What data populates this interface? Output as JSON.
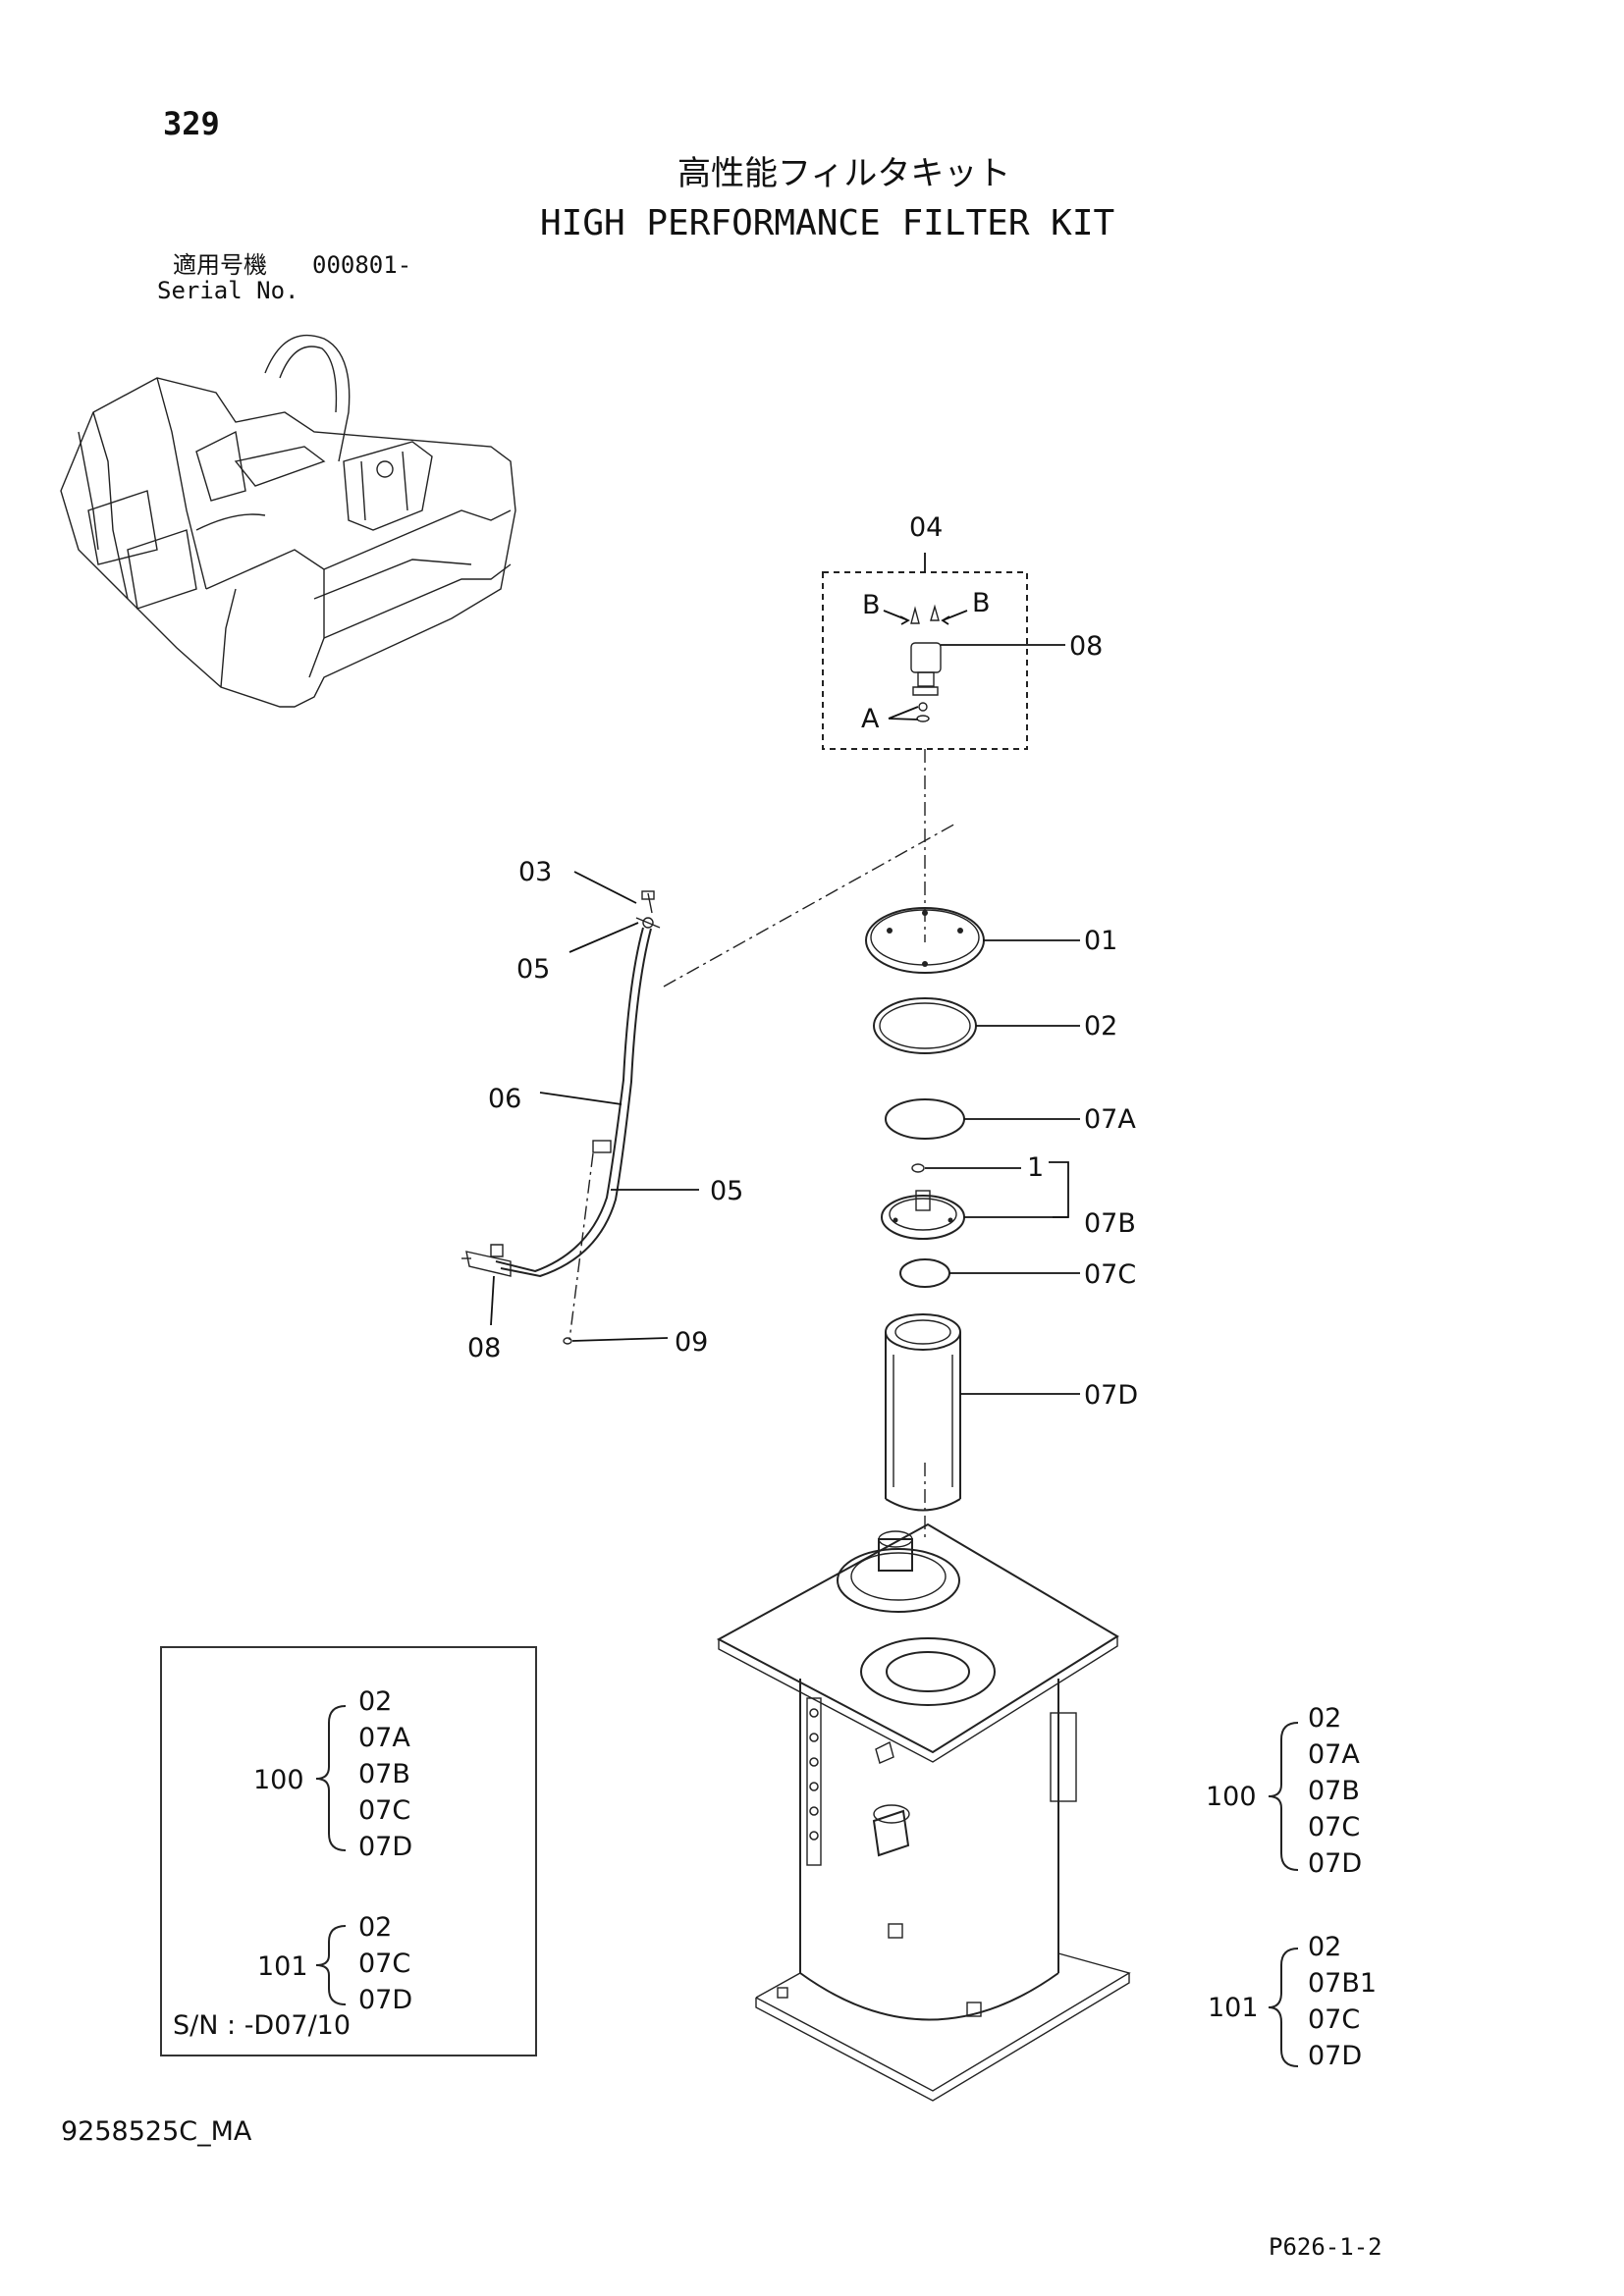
{
  "header": {
    "page_number": "329",
    "title_jp": "高性能フィルタキット",
    "title_en": "HIGH PERFORMANCE FILTER KIT",
    "serial_jp": "適用号機",
    "serial_value": "000801-",
    "serial_en": "Serial No."
  },
  "callouts": {
    "c04": "04",
    "cB_left": "B",
    "cB_right": "B",
    "c08_top": "08",
    "cA": "A",
    "c03": "03",
    "c05_top": "05",
    "c01": "01",
    "c02": "02",
    "c06": "06",
    "c07A": "07A",
    "c1": "1",
    "c05_mid": "05",
    "c07B": "07B",
    "c07C": "07C",
    "c08_left": "08",
    "c09": "09",
    "c07D": "07D"
  },
  "kits_boxed": {
    "kit100": {
      "label": "100",
      "items": [
        "02",
        "07A",
        "07B",
        "07C",
        "07D"
      ]
    },
    "kit101": {
      "label": "101",
      "items": [
        "02",
        "07C",
        "07D"
      ]
    },
    "serial_note": "S/N : -D07/10"
  },
  "kits_right": {
    "kit100": {
      "label": "100",
      "items": [
        "02",
        "07A",
        "07B",
        "07C",
        "07D"
      ]
    },
    "kit101": {
      "label": "101",
      "items": [
        "02",
        "07B1",
        "07C",
        "07D"
      ]
    }
  },
  "footer": {
    "drawing_code": "9258525C_MA",
    "page_ref": "P626-1-2"
  }
}
